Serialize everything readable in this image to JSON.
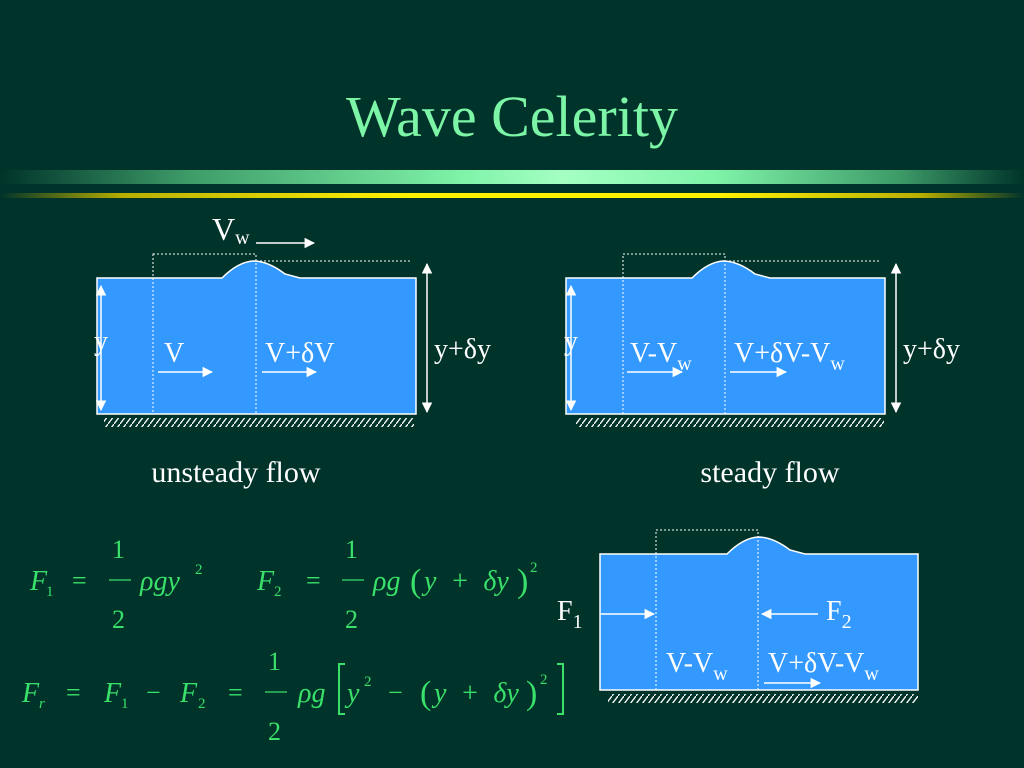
{
  "slide": {
    "title": "Wave Celerity"
  },
  "colors": {
    "background": "#00332a",
    "title": "#7cf6a6",
    "water": "#3399ff",
    "equation": "#39e06a",
    "label": "#ffffff"
  },
  "panels": {
    "unsteady": {
      "caption": "unsteady flow",
      "wave_speed": {
        "base": "V",
        "sub": "w"
      },
      "depth_label": "y",
      "downstream_depth": "y+δy",
      "velocity_left": {
        "base": "V",
        "sub": ""
      },
      "velocity_right": {
        "base": "V+δV",
        "sub": ""
      }
    },
    "steady": {
      "caption": "steady flow",
      "depth_label": "y",
      "downstream_depth": "y+δy",
      "velocity_left": {
        "base": "V-V",
        "sub": "w"
      },
      "velocity_right": {
        "base": "V+δV-V",
        "sub": "w"
      }
    },
    "forces": {
      "force_left": {
        "base": "F",
        "sub": "1"
      },
      "force_right": {
        "base": "F",
        "sub": "2"
      },
      "velocity_left": {
        "base": "V-V",
        "sub": "w"
      },
      "velocity_right": {
        "base": "V+δV-V",
        "sub": "w"
      }
    }
  },
  "equations": {
    "f1": {
      "lhs": "F",
      "lhs_sub": "1",
      "eq": "=",
      "num": "1",
      "den": "2",
      "body": "ρgy",
      "exp": "2"
    },
    "f2": {
      "lhs": "F",
      "lhs_sub": "2",
      "eq": "=",
      "num": "1",
      "den": "2",
      "body": "ρg",
      "inner": "y  +  δy",
      "exp": "2"
    },
    "fr": {
      "lhs": "F",
      "lhs_sub": "r",
      "eq1": "=",
      "t1": "F",
      "t1_sub": "1",
      "minus": "−",
      "t2": "F",
      "t2_sub": "2",
      "eq2": "=",
      "num": "1",
      "den": "2",
      "body": "ρg",
      "y": "y",
      "y_exp": "2",
      "minus2": "−",
      "inner": "y  +  δy",
      "exp": "2"
    }
  }
}
